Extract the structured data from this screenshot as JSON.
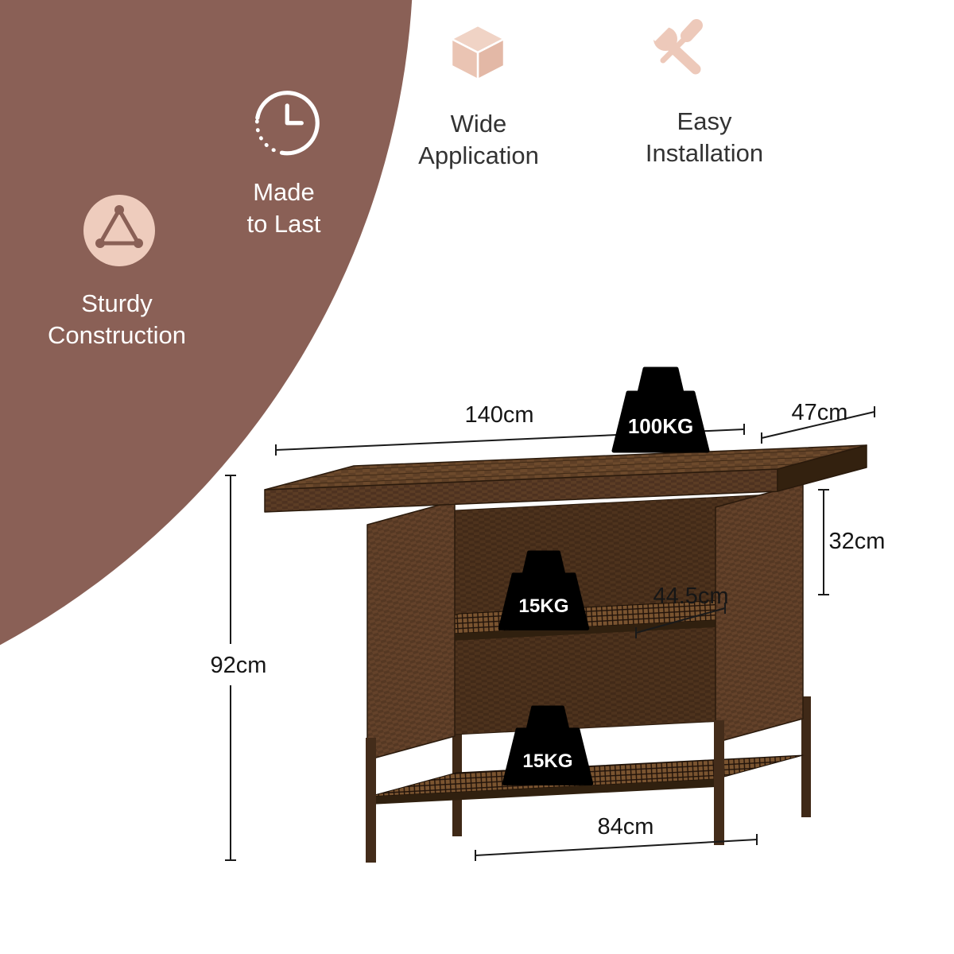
{
  "colors": {
    "circle_brown": "#8a6056",
    "icon_pink": "#eeccbd",
    "wicker_brown": "#5e3f26",
    "dimension_text": "#161616"
  },
  "features": [
    {
      "label": "Sturdy\nConstruction",
      "icon": "truss-triangle-icon"
    },
    {
      "label": "Made\nto Last",
      "icon": "clock-icon"
    },
    {
      "label": "Wide\nApplication",
      "icon": "cube-icon"
    },
    {
      "label": "Easy\nInstallation",
      "icon": "tools-icon"
    }
  ],
  "product": {
    "dimensions": {
      "counter_length": "140cm",
      "counter_depth": "47cm",
      "counter_to_shelf": "32cm",
      "shelf_depth": "44.5cm",
      "overall_height": "92cm",
      "leg_span": "84cm"
    },
    "load_capacity": {
      "countertop": "100KG",
      "middle_shelf": "15KG",
      "bottom_shelf": "15KG"
    }
  }
}
